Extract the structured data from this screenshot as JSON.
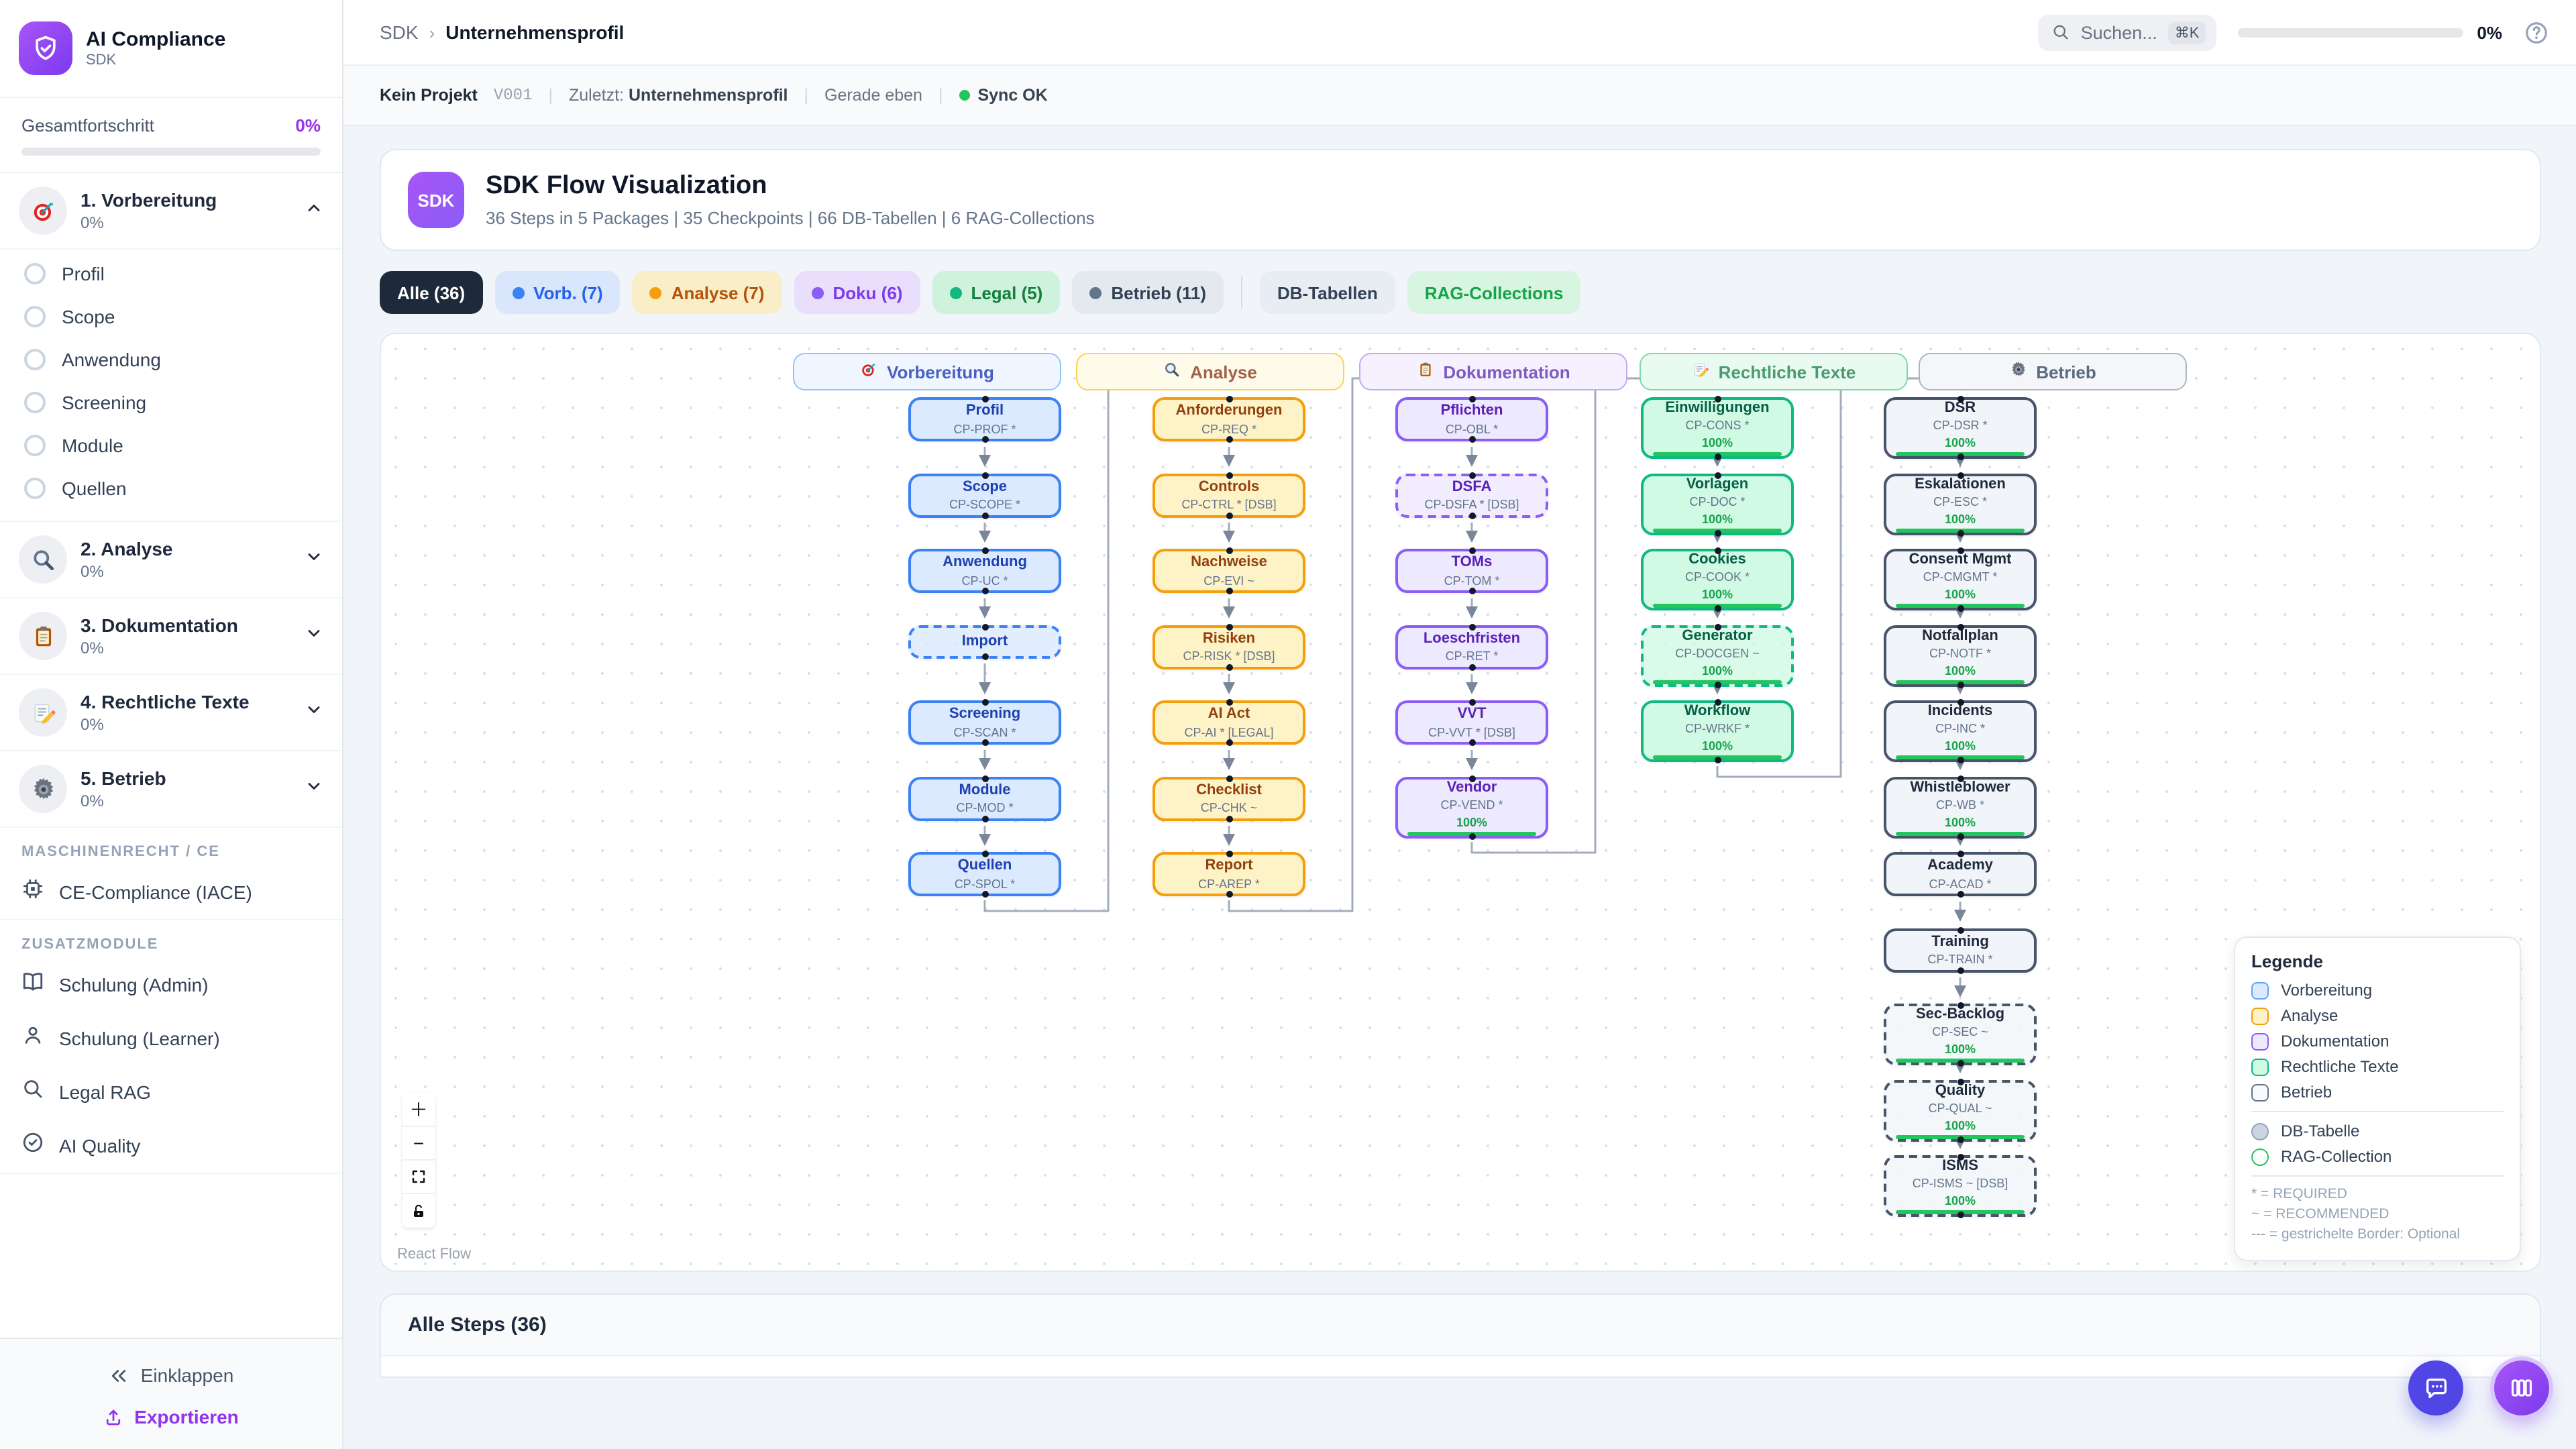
{
  "app": {
    "title": "AI Compliance",
    "subtitle": "SDK"
  },
  "theme": {
    "accent": "#9333ea",
    "sync_green": "#22c55e",
    "edge": "#a3adba",
    "dark_chip": "#1e2a3a"
  },
  "sidebar": {
    "overall": {
      "label": "Gesamtfortschritt",
      "value": "0%"
    },
    "sections": [
      {
        "name": "1. Vorbereitung",
        "pct": "0%",
        "icon": "target-icon",
        "expanded": true,
        "items": [
          "Profil",
          "Scope",
          "Anwendung",
          "Screening",
          "Module",
          "Quellen"
        ]
      },
      {
        "name": "2. Analyse",
        "pct": "0%",
        "icon": "magnifier-icon",
        "expanded": false,
        "items": []
      },
      {
        "name": "3. Dokumentation",
        "pct": "0%",
        "icon": "clipboard-icon",
        "expanded": false,
        "items": []
      },
      {
        "name": "4. Rechtliche Texte",
        "pct": "0%",
        "icon": "pencil-icon",
        "expanded": false,
        "items": []
      },
      {
        "name": "5. Betrieb",
        "pct": "0%",
        "icon": "gear-icon",
        "expanded": false,
        "items": []
      }
    ],
    "groups": [
      {
        "label": "MASCHINENRECHT / CE",
        "items": [
          {
            "icon": "chip-icon",
            "label": "CE-Compliance (IACE)"
          }
        ]
      },
      {
        "label": "ZUSATZMODULE",
        "items": [
          {
            "icon": "book-icon",
            "label": "Schulung (Admin)"
          },
          {
            "icon": "user-icon",
            "label": "Schulung (Learner)"
          },
          {
            "icon": "search-icon",
            "label": "Legal RAG"
          },
          {
            "icon": "check-circle-icon",
            "label": "AI Quality"
          }
        ]
      }
    ],
    "footer": {
      "collapse": "Einklappen",
      "export": "Exportieren"
    }
  },
  "header": {
    "breadcrumb": [
      "SDK",
      "Unternehmensprofil"
    ],
    "search": {
      "placeholder": "Suchen...",
      "shortcut": "⌘K"
    },
    "progress": "0%"
  },
  "statusbar": {
    "project": "Kein Projekt",
    "version": "V001",
    "last_label": "Zuletzt:",
    "last_value": "Unternehmensprofil",
    "time": "Gerade eben",
    "sync": "Sync OK"
  },
  "hero": {
    "badge": "SDK",
    "title": "SDK Flow Visualization",
    "subtitle": "36 Steps in 5 Packages | 35 Checkpoints | 66 DB-Tabellen | 6 RAG-Collections"
  },
  "filters": {
    "chips": [
      {
        "label": "Alle (36)",
        "bg": "#1e2a3a",
        "color": "#ffffff",
        "dot": null,
        "active": true
      },
      {
        "label": "Vorb. (7)",
        "bg": "#d9e6fb",
        "color": "#2563eb",
        "dot": "#3b82f6"
      },
      {
        "label": "Analyse (7)",
        "bg": "#faeec9",
        "color": "#b45309",
        "dot": "#f59e0b"
      },
      {
        "label": "Doku (6)",
        "bg": "#e9defb",
        "color": "#7c3aed",
        "dot": "#8b5cf6"
      },
      {
        "label": "Legal (5)",
        "bg": "#cff2dd",
        "color": "#15803d",
        "dot": "#10b981"
      },
      {
        "label": "Betrieb (11)",
        "bg": "#e4e9f0",
        "color": "#334155",
        "dot": "#64748b"
      }
    ],
    "extra": [
      {
        "label": "DB-Tabellen",
        "bg": "#e8edf3",
        "color": "#334155"
      },
      {
        "label": "RAG-Collections",
        "bg": "#d7f5e1",
        "color": "#16a34a"
      }
    ]
  },
  "flow": {
    "packages": [
      {
        "label": "Vorbereitung",
        "icon": "target-icon",
        "colors": {
          "border": "#3b82f6",
          "bg": "#dbeafe",
          "text": "#1e40af",
          "headerBg": "#eff6ff",
          "headerBorder": "#93c5fd",
          "headerText": "#4a5fc1"
        },
        "nodes": [
          {
            "title": "Profil",
            "code": "CP-PROF *"
          },
          {
            "title": "Scope",
            "code": "CP-SCOPE *"
          },
          {
            "title": "Anwendung",
            "code": "CP-UC *"
          },
          {
            "title": "Import",
            "code": null,
            "dashed": true
          },
          {
            "title": "Screening",
            "code": "CP-SCAN *"
          },
          {
            "title": "Module",
            "code": "CP-MOD *"
          },
          {
            "title": "Quellen",
            "code": "CP-SPOL *"
          }
        ]
      },
      {
        "label": "Analyse",
        "icon": "magnifier-icon",
        "colors": {
          "border": "#f59e0b",
          "bg": "#fef3c7",
          "text": "#92400e",
          "headerBg": "#fffbeb",
          "headerBorder": "#fcd34d",
          "headerText": "#a16248"
        },
        "nodes": [
          {
            "title": "Anforderungen",
            "code": "CP-REQ *"
          },
          {
            "title": "Controls",
            "code": "CP-CTRL * [DSB]"
          },
          {
            "title": "Nachweise",
            "code": "CP-EVI ~"
          },
          {
            "title": "Risiken",
            "code": "CP-RISK * [DSB]"
          },
          {
            "title": "AI Act",
            "code": "CP-AI * [LEGAL]"
          },
          {
            "title": "Checklist",
            "code": "CP-CHK ~"
          },
          {
            "title": "Report",
            "code": "CP-AREP *"
          }
        ]
      },
      {
        "label": "Dokumentation",
        "icon": "clipboard-icon",
        "colors": {
          "border": "#8b5cf6",
          "bg": "#ede9fe",
          "text": "#5b21b6",
          "headerBg": "#f6f1fe",
          "headerBorder": "#c4a9f2",
          "headerText": "#7c5cbf"
        },
        "nodes": [
          {
            "title": "Pflichten",
            "code": "CP-OBL *"
          },
          {
            "title": "DSFA",
            "code": "CP-DSFA * [DSB]",
            "dashed": true
          },
          {
            "title": "TOMs",
            "code": "CP-TOM *"
          },
          {
            "title": "Loeschfristen",
            "code": "CP-RET *"
          },
          {
            "title": "VVT",
            "code": "CP-VVT * [DSB]"
          },
          {
            "title": "Vendor",
            "code": "CP-VEND *",
            "progress": "100%"
          }
        ]
      },
      {
        "label": "Rechtliche Texte",
        "icon": "pencil-icon",
        "colors": {
          "border": "#10b981",
          "bg": "#d1fae5",
          "text": "#065f46",
          "headerBg": "#e9faf0",
          "headerBorder": "#7fd9a8",
          "headerText": "#4a9b6e"
        },
        "nodes": [
          {
            "title": "Einwilligungen",
            "code": "CP-CONS *",
            "progress": "100%"
          },
          {
            "title": "Vorlagen",
            "code": "CP-DOC *",
            "progress": "100%"
          },
          {
            "title": "Cookies",
            "code": "CP-COOK *",
            "progress": "100%"
          },
          {
            "title": "Generator",
            "code": "CP-DOCGEN ~",
            "progress": "100%",
            "dashed": true
          },
          {
            "title": "Workflow",
            "code": "CP-WRKF *",
            "progress": "100%"
          }
        ]
      },
      {
        "label": "Betrieb",
        "icon": "gear-icon",
        "colors": {
          "border": "#475569",
          "bg": "#f1f5f9",
          "text": "#1e293b",
          "headerBg": "#f4f6f9",
          "headerBorder": "#aab6c5",
          "headerText": "#5b6b7e"
        },
        "nodes": [
          {
            "title": "DSR",
            "code": "CP-DSR *",
            "progress": "100%"
          },
          {
            "title": "Eskalationen",
            "code": "CP-ESC *",
            "progress": "100%"
          },
          {
            "title": "Consent Mgmt",
            "code": "CP-CMGMT *",
            "progress": "100%"
          },
          {
            "title": "Notfallplan",
            "code": "CP-NOTF *",
            "progress": "100%"
          },
          {
            "title": "Incidents",
            "code": "CP-INC *",
            "progress": "100%"
          },
          {
            "title": "Whistleblower",
            "code": "CP-WB *",
            "progress": "100%"
          },
          {
            "title": "Academy",
            "code": "CP-ACAD *"
          },
          {
            "title": "Training",
            "code": "CP-TRAIN *"
          },
          {
            "title": "Sec-Backlog",
            "code": "CP-SEC ~",
            "progress": "100%",
            "dashed": true
          },
          {
            "title": "Quality",
            "code": "CP-QUAL ~",
            "progress": "100%",
            "dashed": true
          },
          {
            "title": "ISMS",
            "code": "CP-ISMS ~ [DSB]",
            "progress": "100%",
            "dashed": true
          }
        ]
      }
    ],
    "legend": {
      "title": "Legende",
      "items": [
        {
          "label": "Vorbereitung",
          "bg": "#dbeafe",
          "border": "#60a5fa"
        },
        {
          "label": "Analyse",
          "bg": "#fef3c7",
          "border": "#f59e0b"
        },
        {
          "label": "Dokumentation",
          "bg": "#ede9fe",
          "border": "#8b5cf6"
        },
        {
          "label": "Rechtliche Texte",
          "bg": "#d1fae5",
          "border": "#10b981"
        },
        {
          "label": "Betrieb",
          "bg": "#f8fafc",
          "border": "#64748b"
        }
      ],
      "shapes": [
        {
          "label": "DB-Tabelle",
          "bg": "#cbd5e1",
          "border": "#94a3b8"
        },
        {
          "label": "RAG-Collection",
          "bg": "#ffffff",
          "border": "#22c55e"
        }
      ],
      "notes": [
        "* = REQUIRED",
        "~ = RECOMMENDED",
        "--- = gestrichelte Border: Optional"
      ]
    },
    "attribution": "React Flow"
  },
  "steps_footer": {
    "title": "Alle Steps (36)"
  }
}
